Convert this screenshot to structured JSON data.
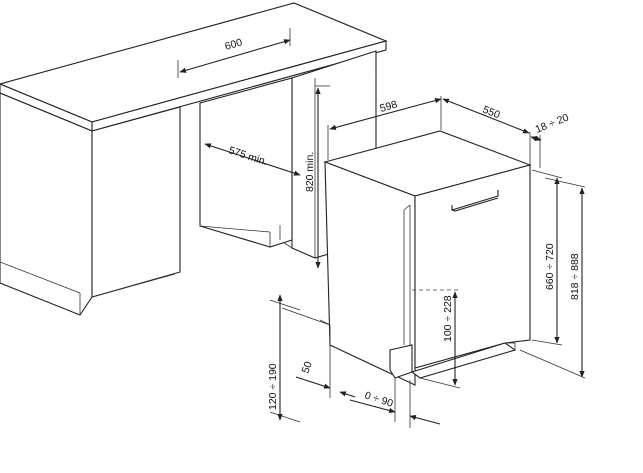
{
  "diagram": {
    "dimensions": {
      "worktop_width": "600",
      "recess_depth": "575 min.",
      "recess_height": "820 min.",
      "appliance_width": "598",
      "appliance_depth": "550",
      "door_offset": "18 ÷ 20",
      "appliance_height": "660 ÷ 720",
      "total_height": "818 ÷ 888",
      "plinth_height": "120 ÷ 190",
      "plinth_clearance": "50",
      "plinth_setback": "0 ÷ 90",
      "foot_adjust": "100 ÷ 228"
    },
    "colors": {
      "line": "#222222",
      "background": "#ffffff"
    }
  }
}
